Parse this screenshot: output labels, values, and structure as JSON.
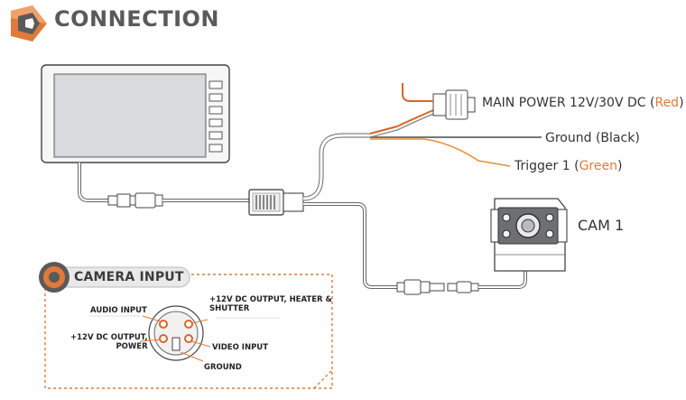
{
  "header": {
    "title": "CONNECTION"
  },
  "wires": {
    "main_power": {
      "text": "MAIN POWER 12V/30V DC (",
      "color_word": "Red",
      "close": ")"
    },
    "ground": {
      "text": "Ground (",
      "color_word": "Black",
      "close": ")"
    },
    "trigger": {
      "text": "Trigger 1 (",
      "color_word": "Green",
      "close": ")"
    }
  },
  "camera": {
    "label": "CAM 1"
  },
  "camera_input": {
    "title": "CAMERA INPUT",
    "pins": {
      "audio": "AUDIO INPUT",
      "power_heater_1": "+12V DC OUTPUT, HEATER &",
      "power_heater_2": "SHUTTER",
      "power_1": "+12V DC OUTPUT,",
      "power_2": "POWER",
      "video": "VIDEO INPUT",
      "ground": "GROUND"
    }
  },
  "colors": {
    "accent": "#e07a3a",
    "wire_red": "#d9652a",
    "wire_orange": "#e8903a",
    "wire_gray": "#777777"
  },
  "icons": [
    "connection-logo-icon",
    "monitor-icon",
    "camera-icon",
    "connector-icon",
    "camera-input-badge-icon",
    "din-plug-icon"
  ]
}
